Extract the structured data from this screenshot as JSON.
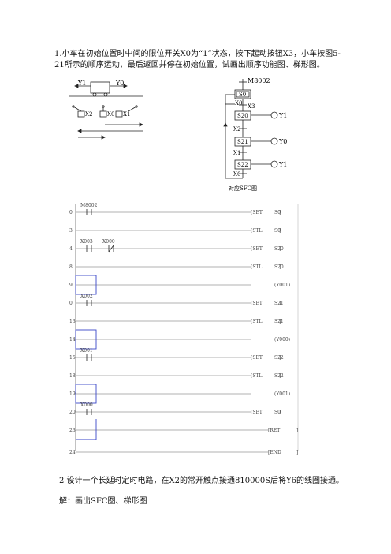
{
  "problem1": {
    "text": "1.小车在初始位置时中间的限位开关X0为“1”状态，按下起动按钮X3，小车按图5-21所示的顺序运动，最后返回并停在初始位置，试画出顺序功能图、梯形图。"
  },
  "cart": {
    "y1": "Y1",
    "y0": "Y0",
    "x2": "X2",
    "x0": "X0",
    "x1": "X1"
  },
  "sfc": {
    "init": "M8002",
    "s0": "S0",
    "s20": "S20",
    "s21": "S21",
    "s22": "S22",
    "t_x0_top": "X0",
    "t_x3": "X3",
    "t_x2": "X2",
    "t_x1": "X1",
    "t_x0_bottom": "X0",
    "out_s20": "Y1",
    "out_s21": "Y0",
    "out_s22": "Y1",
    "caption": "对应SFC图"
  },
  "ladder": {
    "rows": [
      {
        "step": "0",
        "contact": "M8002",
        "op": "SET",
        "arg": "S0"
      },
      {
        "step": "3",
        "op": "STL",
        "arg": "S0"
      },
      {
        "step": "4",
        "contact": "X003",
        "contact2": "X000",
        "op": "SET",
        "arg": "S20"
      },
      {
        "step": "8",
        "op": "STL",
        "arg": "S20"
      },
      {
        "step": "9",
        "coil": "Y001"
      },
      {
        "step": "0",
        "contact": "X002",
        "op": "SET",
        "arg": "S21"
      },
      {
        "step": "13",
        "op": "STL",
        "arg": "S21"
      },
      {
        "step": "14",
        "coil": "Y000"
      },
      {
        "step": "15",
        "contact": "X001",
        "op": "SET",
        "arg": "S22"
      },
      {
        "step": "18",
        "op": "STL",
        "arg": "S22"
      },
      {
        "step": "19",
        "coil": "Y001"
      },
      {
        "step": "20",
        "contact": "X000",
        "op": "SET",
        "arg": "S0"
      },
      {
        "step": "23",
        "op": "RET"
      },
      {
        "step": "24",
        "op": "END"
      }
    ]
  },
  "problem2": {
    "text": "2 设计一个长延时定时电路，在X2的常开触点接通810000S后将Y6的线圈接通。",
    "answer": "解：画出SFC图、梯形图"
  },
  "colors": {
    "accent": "#3a46c9",
    "line": "#666666"
  }
}
